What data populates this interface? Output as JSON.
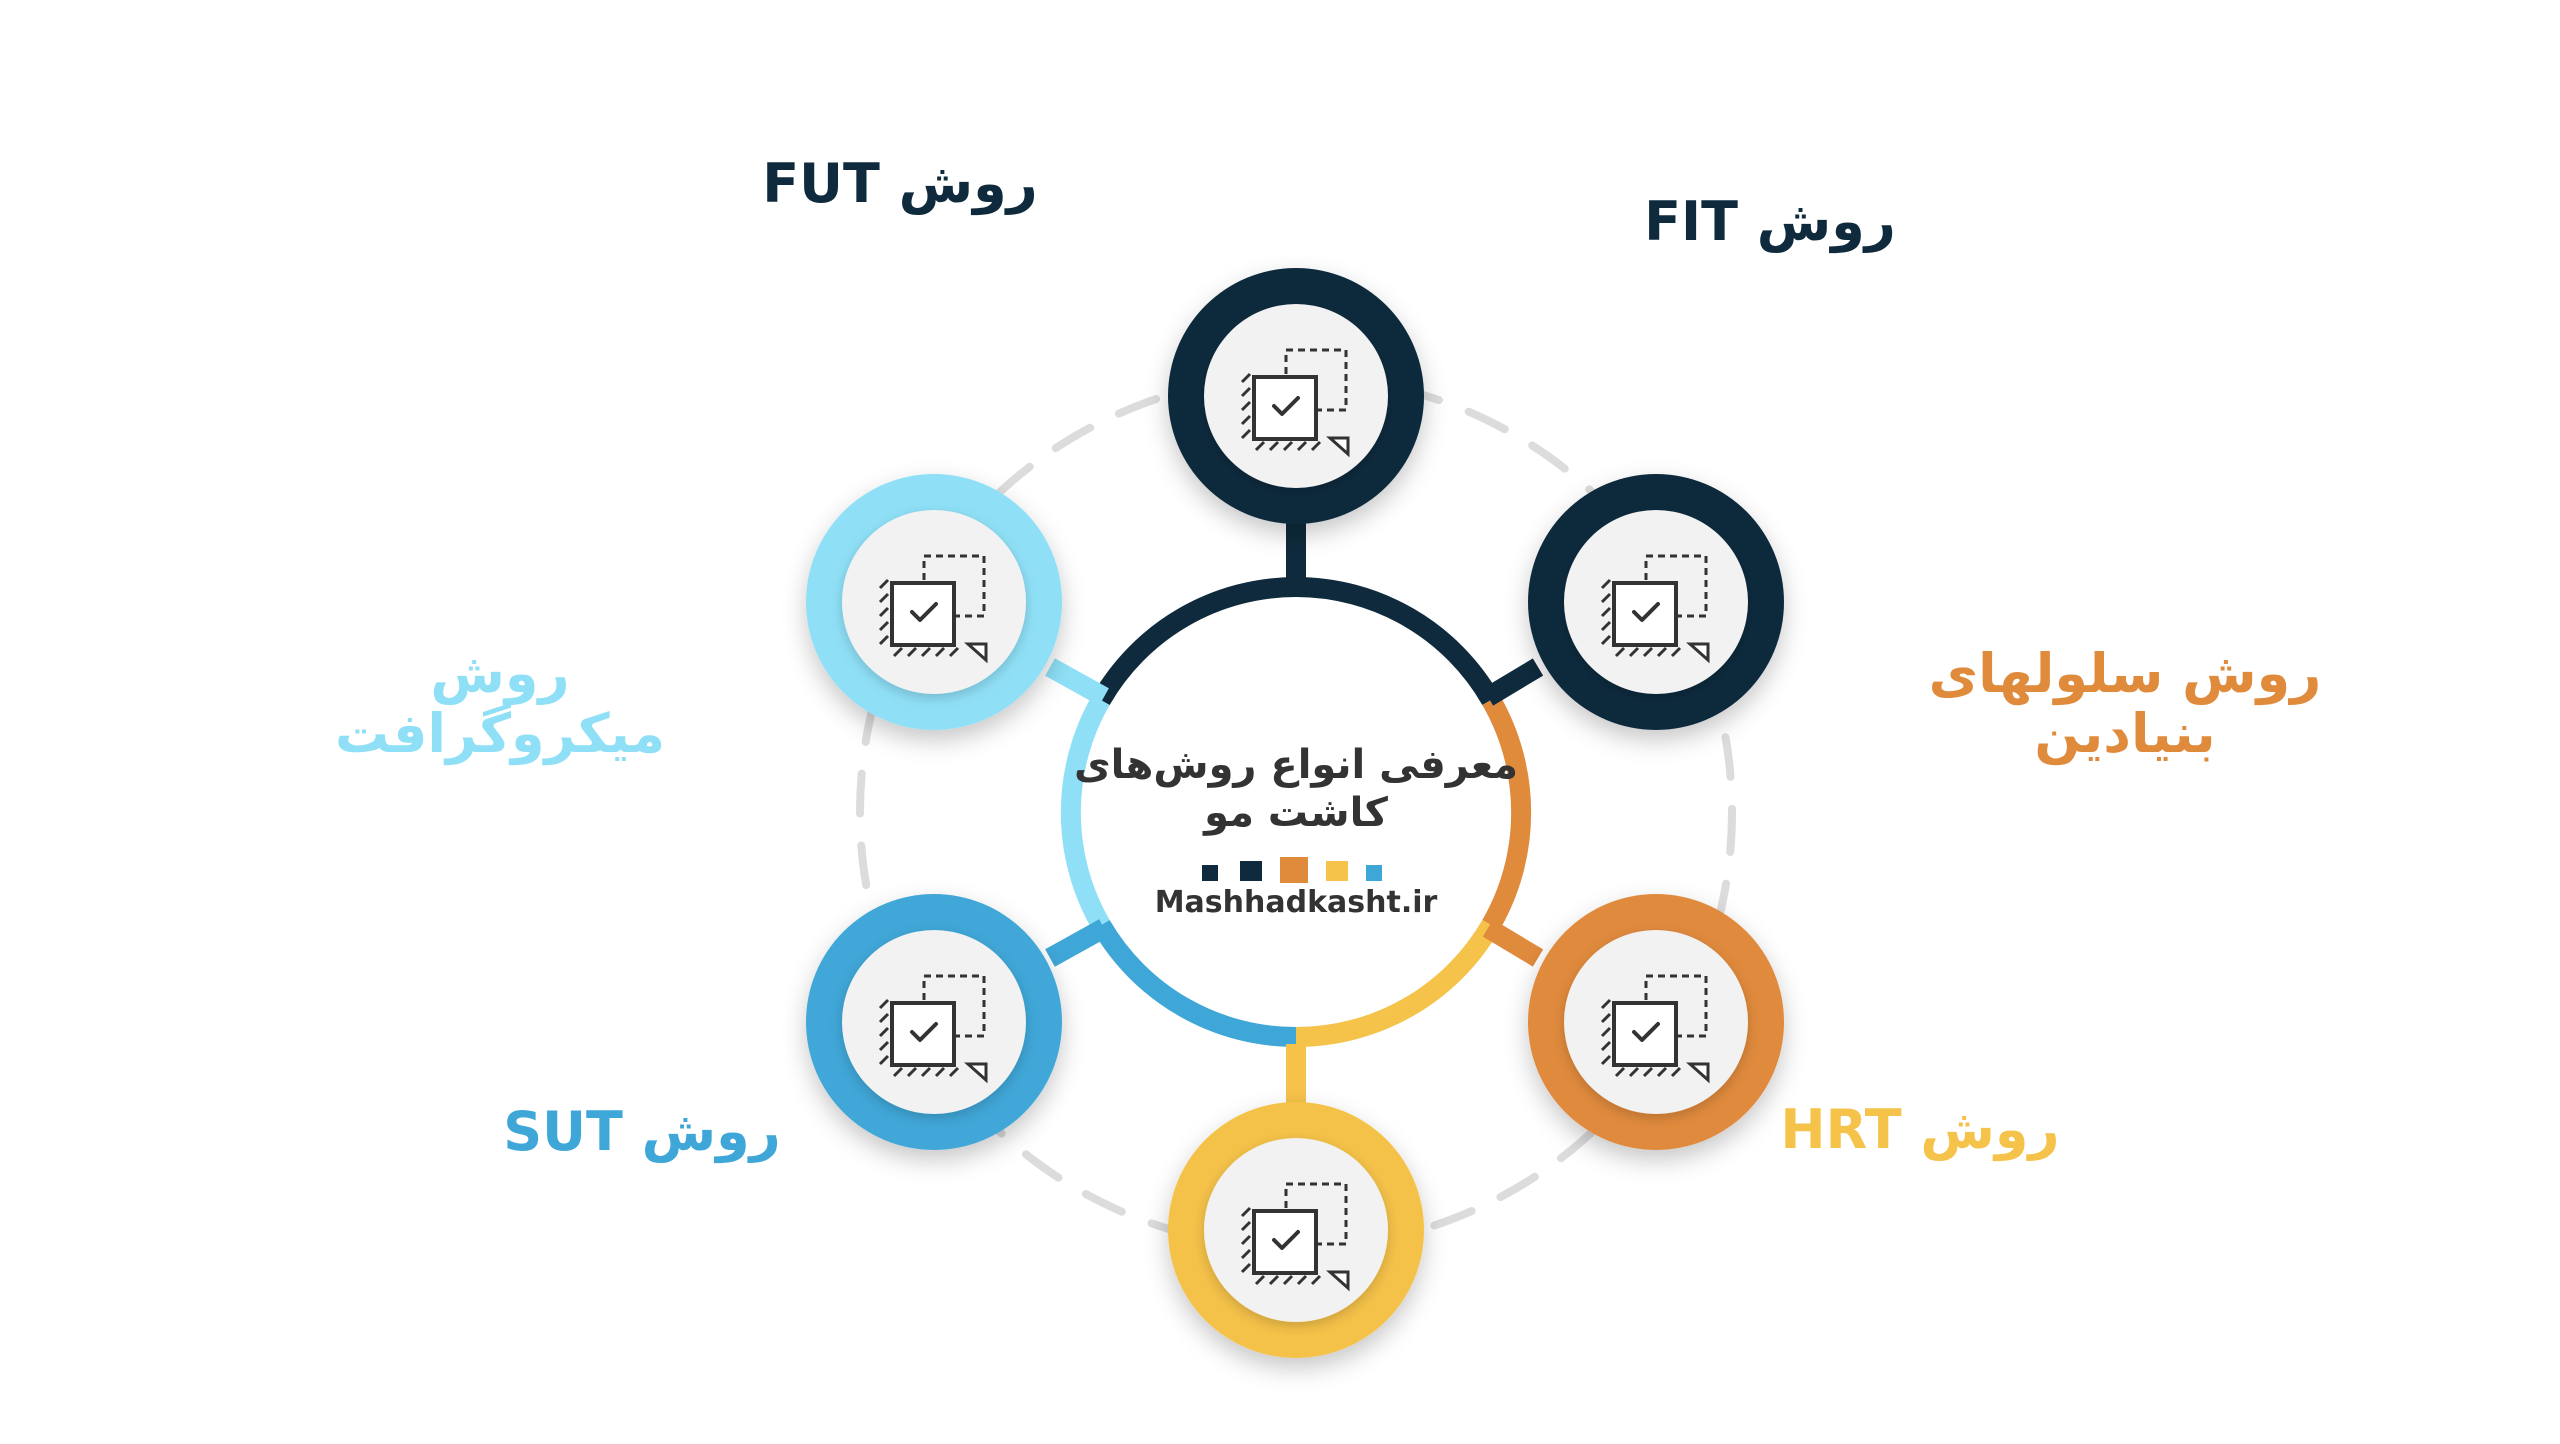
{
  "center": {
    "title_line1": "معرفی انواع روش‌های",
    "title_line2": "کاشت مو",
    "website": "Mashhadkasht.ir",
    "swatches": [
      "#0e2a3c",
      "#0e2a3c",
      "#e08a3c",
      "#f5c24a",
      "#3fa7d8"
    ]
  },
  "nodes": [
    {
      "id": "fut",
      "label": "روش FUT",
      "color": "#0e2a3c",
      "icon": "checklist-squares-icon"
    },
    {
      "id": "fit",
      "label": "روش FIT",
      "color": "#0e2a3c",
      "icon": "checklist-squares-icon"
    },
    {
      "id": "stem-cells",
      "label_line1": "روش سلولهای",
      "label_line2": "بنیادین",
      "color": "#e08a3c",
      "icon": "checklist-squares-icon"
    },
    {
      "id": "hrt",
      "label": "روش HRT",
      "color": "#f5c24a",
      "icon": "checklist-squares-icon"
    },
    {
      "id": "sut",
      "label": "روش SUT",
      "color": "#3fa7d8",
      "icon": "checklist-squares-icon"
    },
    {
      "id": "micrograft",
      "label_line1": "روش",
      "label_line2": "میکروگرافت",
      "color": "#8fe0f7",
      "icon": "checklist-squares-icon"
    }
  ]
}
